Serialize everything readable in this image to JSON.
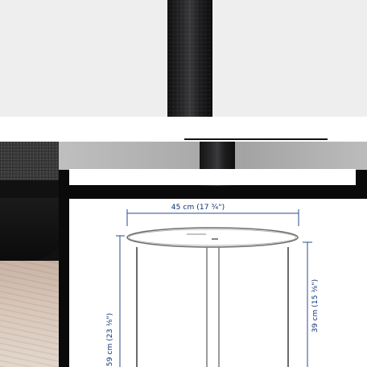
{
  "diagram": {
    "width_label": "45 cm (17 ¾\")",
    "height_top_label": "39 cm (15 ⅜\")",
    "height_total_label": "59 cm (23 ⅛\")"
  },
  "colors": {
    "dimension_text": "#0a2d77",
    "dimension_lines": "#2a4b92",
    "outline": "#666666",
    "background_light": "#eeeeef"
  },
  "icons": {
    "product_leg": "table-leg",
    "dimension_arrow": "arrow"
  }
}
